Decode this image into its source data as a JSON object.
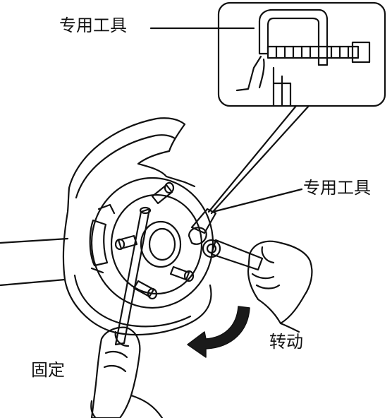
{
  "labels": {
    "special_tool_top": "专用工具",
    "special_tool_right": "专用工具",
    "rotate": "转动",
    "fixed": "固定"
  },
  "colors": {
    "ink": "#111111",
    "paper": "#ffffff",
    "arrow_fill": "#1a1a1a"
  }
}
